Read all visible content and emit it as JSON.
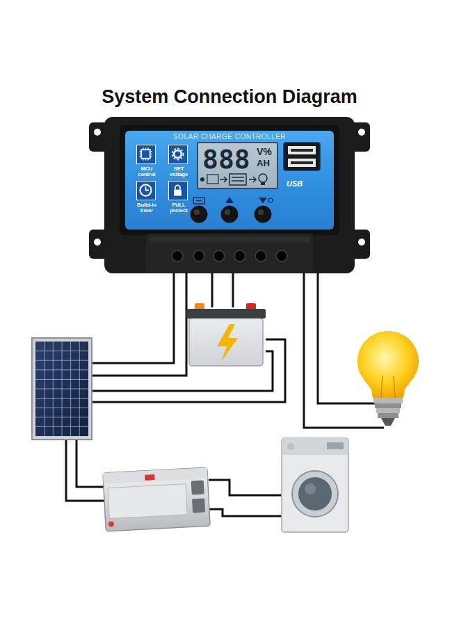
{
  "diagram": {
    "title": "System Connection Diagram",
    "nodes": [
      {
        "text": [
          "SOLAR CHARGE CONTROLLER"
        ]
      },
      {
        "text": [
          "888",
          "V%",
          "AH"
        ],
        "in": 0
      },
      {
        "text": [
          "MCU control"
        ],
        "in": 0
      },
      {
        "text": [
          "SET voltage"
        ],
        "in": 0
      },
      {
        "text": [
          "Build-in timer"
        ],
        "in": 0
      },
      {
        "text": [
          "FULL protect"
        ],
        "in": 0
      }
    ],
    "labels": [
      "USB"
    ]
  }
}
